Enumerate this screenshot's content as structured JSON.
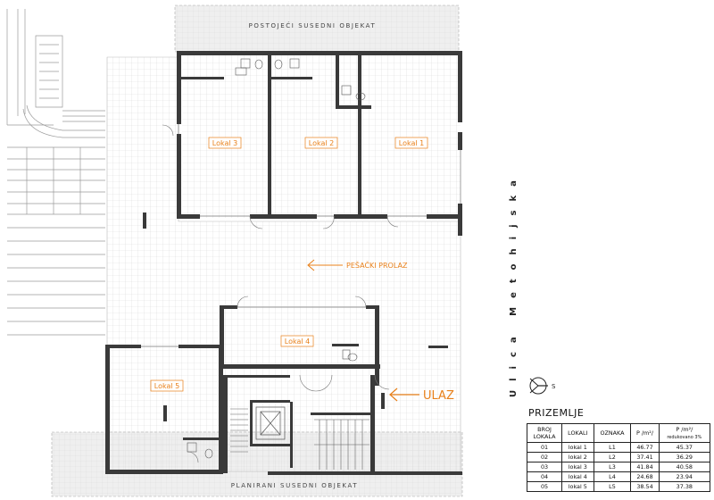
{
  "plan": {
    "neighbor_top": "POSTOJEĆI SUSEDNI OBJEKAT",
    "neighbor_bottom": "PLANIRANI SUSEDNI OBJEKAT",
    "street_name": "Ulica Metohijska",
    "passage_label": "PEŠAČKI PROLAZ",
    "entrance_label": "ULAZ",
    "units": [
      {
        "label": "Lokal 3"
      },
      {
        "label": "Lokal 2"
      },
      {
        "label": "Lokal 1"
      },
      {
        "label": "Lokal 4"
      },
      {
        "label": "Lokal 5"
      }
    ],
    "colors": {
      "accent": "#e8801a",
      "wall": "#3a3a3a",
      "grid": "#dcdcdc",
      "neighbor_fill": "#ededed"
    },
    "icons": [
      "north-arrow-icon",
      "door-swing-icon",
      "toilet-icon",
      "sink-icon",
      "stair-icon",
      "elevator-icon"
    ]
  },
  "schedule": {
    "title": "PRIZEMLJE",
    "headers": {
      "number": [
        "BROJ",
        "LOKALA"
      ],
      "name": "LOKALI",
      "mark": "OZNAKA",
      "area": "P /m²/",
      "area_reduced": "P /m²/",
      "area_reduced_note": "redukovano 3%"
    },
    "rows": [
      {
        "number": "01",
        "name": "lokal 1",
        "mark": "L1",
        "area": "46.77",
        "area_reduced": "45.37"
      },
      {
        "number": "02",
        "name": "lokal 2",
        "mark": "L2",
        "area": "37.41",
        "area_reduced": "36.29"
      },
      {
        "number": "03",
        "name": "lokal 3",
        "mark": "L3",
        "area": "41.84",
        "area_reduced": "40.58"
      },
      {
        "number": "04",
        "name": "lokal 4",
        "mark": "L4",
        "area": "24.68",
        "area_reduced": "23.94"
      },
      {
        "number": "05",
        "name": "lokal 5",
        "mark": "L5",
        "area": "38.54",
        "area_reduced": "37.38"
      }
    ]
  }
}
